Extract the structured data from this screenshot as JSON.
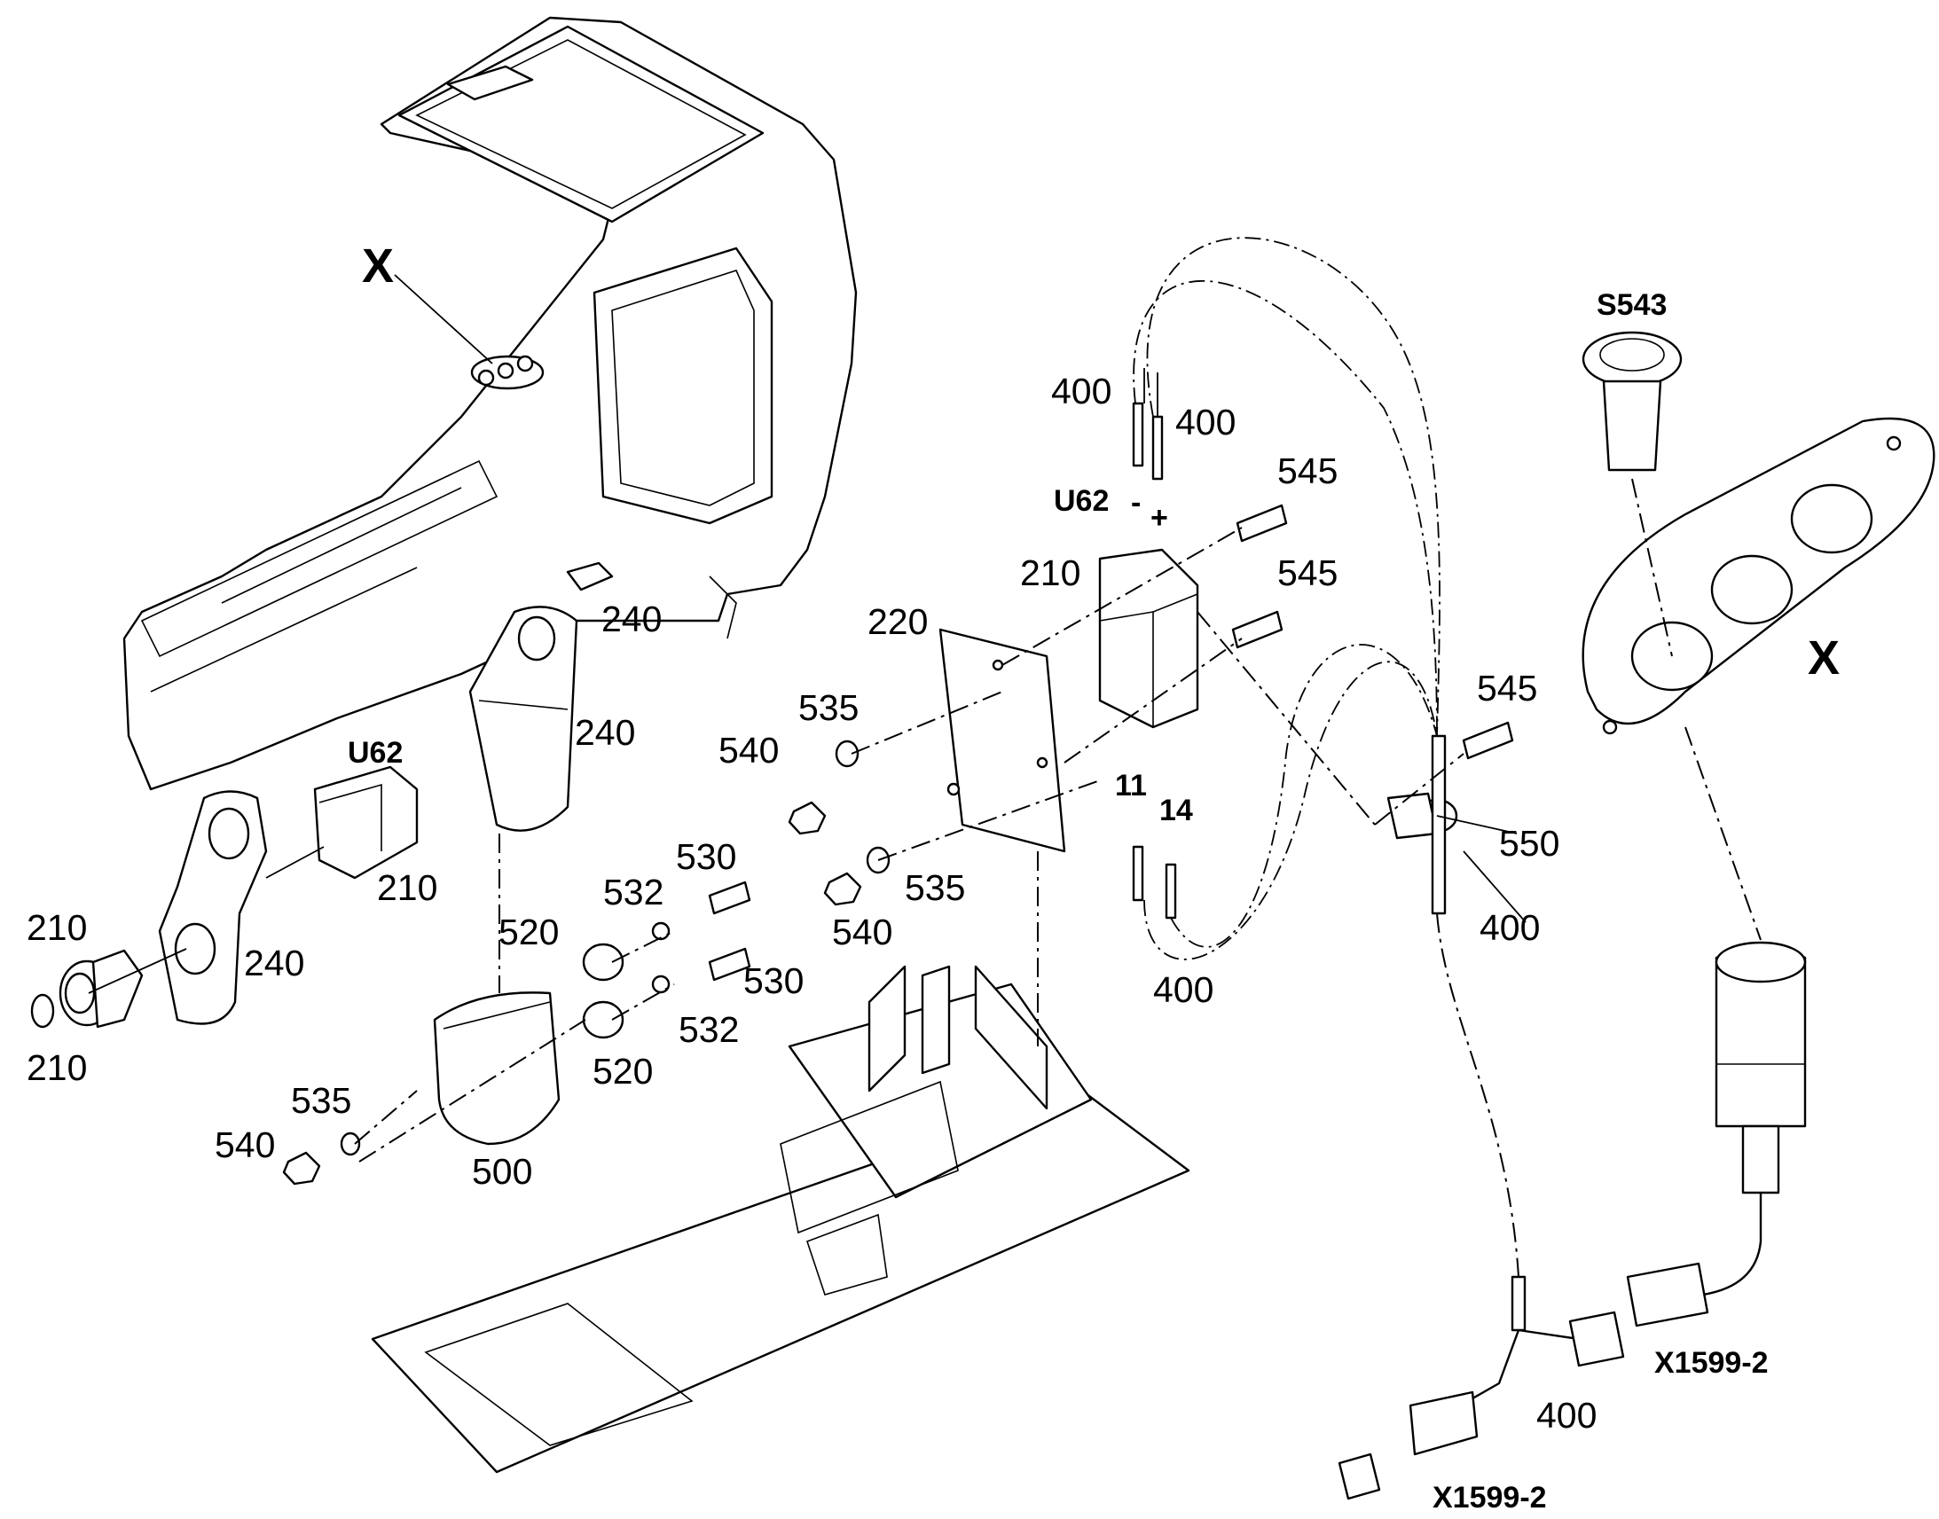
{
  "diagram": {
    "callouts": {
      "x_left": "X",
      "x_right": "X",
      "s543": "S543",
      "u62_top": "U62",
      "u62_left": "U62",
      "minus": "-",
      "plus": "+",
      "n400_a": "400",
      "n400_b": "400",
      "n400_c": "400",
      "n400_d": "400",
      "n400_e": "400",
      "n545_a": "545",
      "n545_b": "545",
      "n545_c": "545",
      "n210_a": "210",
      "n210_b": "210",
      "n210_c": "210",
      "n210_d": "210",
      "n220": "220",
      "n240_a": "240",
      "n240_b": "240",
      "n240_c": "240",
      "n535_a": "535",
      "n535_b": "535",
      "n535_c": "535",
      "n540_a": "540",
      "n540_b": "540",
      "n540_c": "540",
      "n530_a": "530",
      "n530_b": "530",
      "n532_a": "532",
      "n532_b": "532",
      "n520_a": "520",
      "n520_b": "520",
      "n500": "500",
      "n550": "550",
      "n11": "11",
      "n14": "14",
      "x1599_a": "X1599-2",
      "x1599_b": "X1599-2"
    }
  }
}
